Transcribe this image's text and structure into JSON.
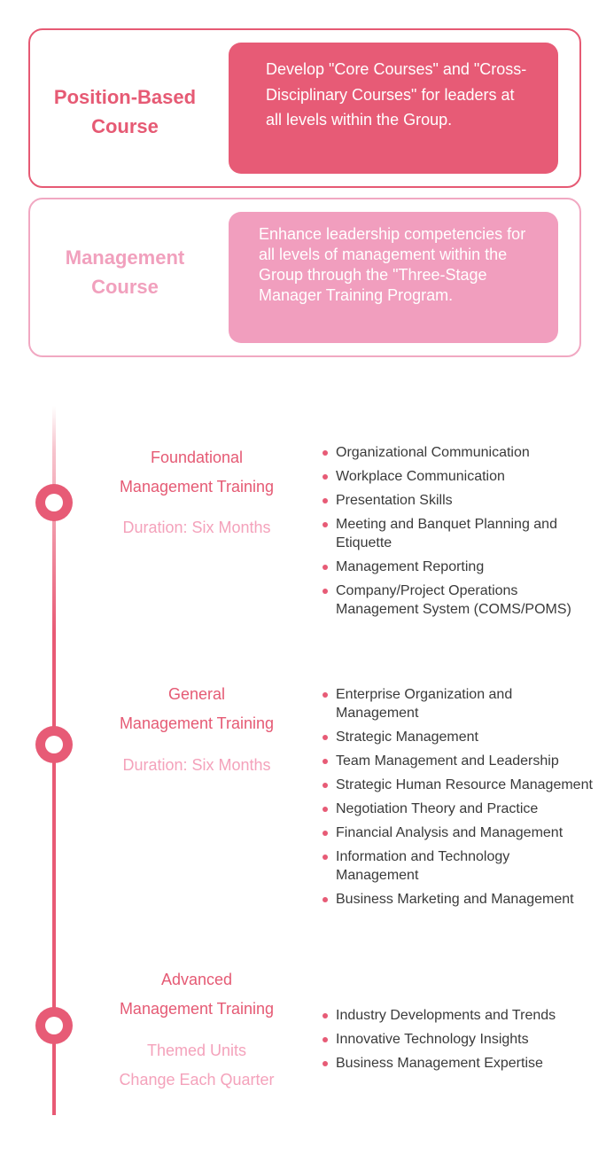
{
  "cards": [
    {
      "title": [
        "Position-Based",
        "Course"
      ],
      "description": "Develop \"Core Courses\" and \"Cross-Disciplinary Courses\" for leaders at all levels within the Group."
    },
    {
      "title": [
        "Management",
        "Course"
      ],
      "description": "Enhance leadership competencies for all levels of management within the Group through the \"Three-Stage Manager Training Program."
    }
  ],
  "stages": [
    {
      "title": [
        "Foundational",
        "Management Training"
      ],
      "subtitle": [
        "Duration: Six Months"
      ],
      "items": [
        "Organizational Communication",
        "Workplace Communication",
        "Presentation Skills",
        "Meeting and Banquet Planning and Etiquette",
        "Management Reporting",
        "Company/Project Operations Management System (COMS/POMS)"
      ]
    },
    {
      "title": [
        "General",
        "Management Training"
      ],
      "subtitle": [
        "Duration: Six Months"
      ],
      "items": [
        "Enterprise Organization and Management",
        "Strategic Management",
        "Team Management and Leadership",
        "Strategic Human Resource Management",
        "Negotiation Theory and Practice",
        "Financial Analysis and Management",
        "Information and Technology Management",
        "Business Marketing and Management"
      ]
    },
    {
      "title": [
        "Advanced",
        "Management Training"
      ],
      "subtitle": [
        "Themed Units",
        "Change Each Quarter"
      ],
      "items": [
        "Industry Developments and Trends",
        "Innovative Technology Insights",
        "Business Management Expertise"
      ]
    }
  ],
  "colors": {
    "primary": "#e75b76",
    "secondary": "#f19ebe",
    "text": "#3a3a3a"
  }
}
